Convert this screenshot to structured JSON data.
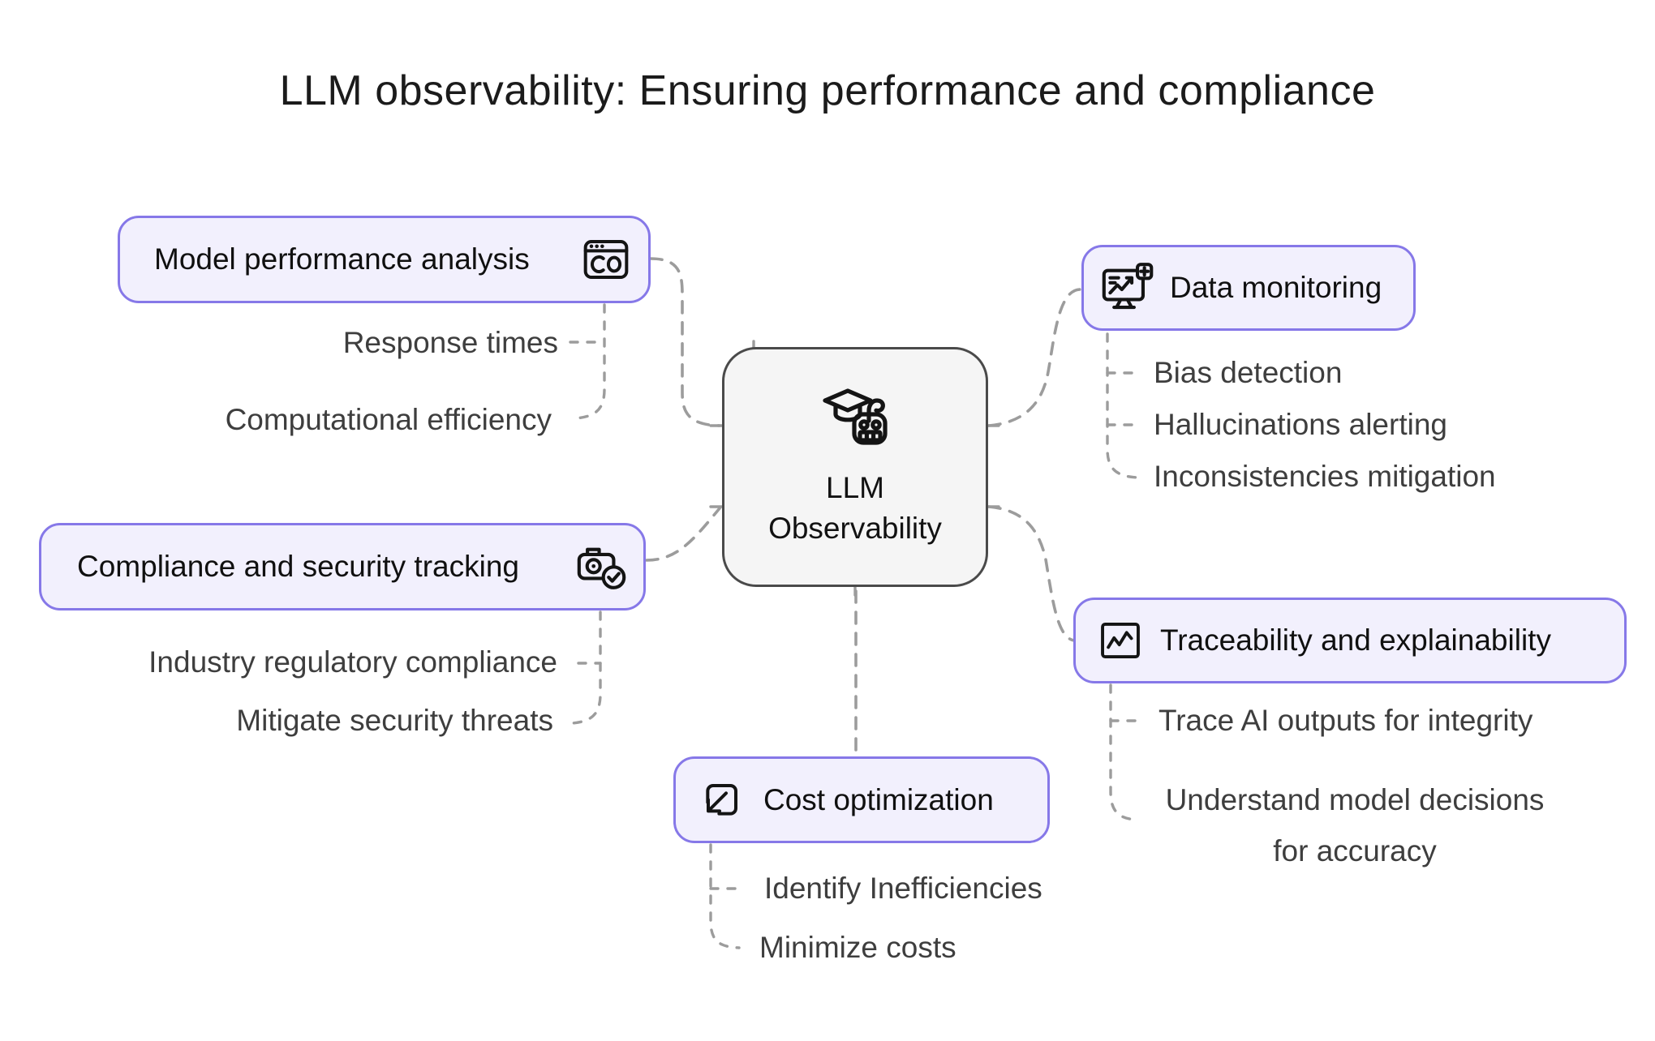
{
  "title": "LLM observability: Ensuring performance and compliance",
  "center": {
    "line1": "LLM",
    "line2": "Observability",
    "icon": "graduation-robot-icon"
  },
  "branches": [
    {
      "id": "model-performance",
      "label": "Model performance analysis",
      "icon": "browser-performance-icon",
      "children": [
        "Response times",
        "Computational efficiency"
      ]
    },
    {
      "id": "compliance-security",
      "label": "Compliance and security tracking",
      "icon": "camera-check-icon",
      "children": [
        "Industry regulatory compliance",
        "Mitigate security threats"
      ]
    },
    {
      "id": "data-monitoring",
      "label": "Data monitoring",
      "icon": "monitor-chart-plus-icon",
      "children": [
        "Bias detection",
        "Hallucinations alerting",
        "Inconsistencies mitigation"
      ]
    },
    {
      "id": "traceability",
      "label": "Traceability and explainability",
      "icon": "trace-chart-icon",
      "children": [
        "Trace AI outputs for integrity",
        "Understand model decisions\nfor accuracy"
      ]
    },
    {
      "id": "cost-optimization",
      "label": "Cost optimization",
      "icon": "shrink-arrow-icon",
      "children": [
        "Identify Inefficiencies",
        "Minimize costs"
      ]
    }
  ],
  "colors": {
    "accent": "#8678e8",
    "branch-fill": "#f2f0fd",
    "center-border": "#4a4a4a",
    "center-fill": "#f5f5f5",
    "connector": "#9c9c9c",
    "title-color": "#1b1b1b",
    "label-color": "#101010",
    "sub-color": "#3e3e3e"
  }
}
